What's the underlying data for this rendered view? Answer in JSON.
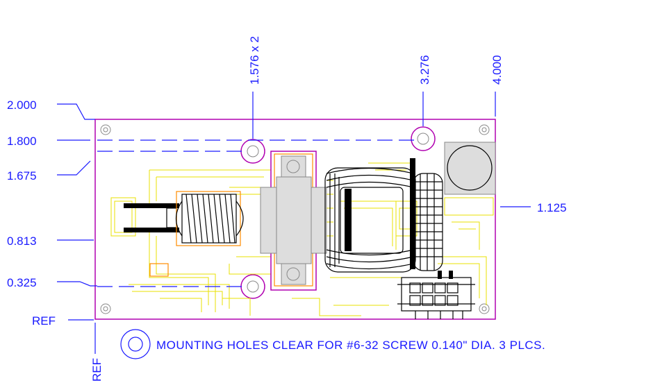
{
  "dimensions": {
    "left_labels": [
      "2.000",
      "1.800",
      "1.675",
      "0.813",
      "0.325",
      "REF"
    ],
    "top_labels": [
      "1.576 x 2",
      "3.276",
      "4.000"
    ],
    "right_label": "1.125",
    "bottom_ref": "REF"
  },
  "note": {
    "text": "MOUNTING HOLES CLEAR FOR #6-32 SCREW 0.140\" DIA. 3 PLCS."
  },
  "colors": {
    "dimension": "#1a1aff",
    "board_outline": "#b000b0",
    "traces": "#e8e000",
    "components": "#000000"
  }
}
